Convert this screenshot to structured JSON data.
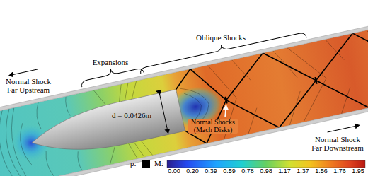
{
  "diagram": {
    "labels": [
      "Normal Shock Far Upstream",
      "Expansions",
      "d = 0.0426m",
      "Oblique Shocks",
      "Normal Shocks (Mach Disks)",
      "Normal Shock Far Downstream",
      "M:",
      "0.00",
      "0.20",
      "0.39",
      "0.59",
      "0.78",
      "0.98",
      "1.17",
      "1.37",
      "1.56",
      "1.76",
      "1.95"
    ],
    "legend": [
      {
        "text": "ρ:",
        "color": "#000000"
      }
    ]
  }
}
